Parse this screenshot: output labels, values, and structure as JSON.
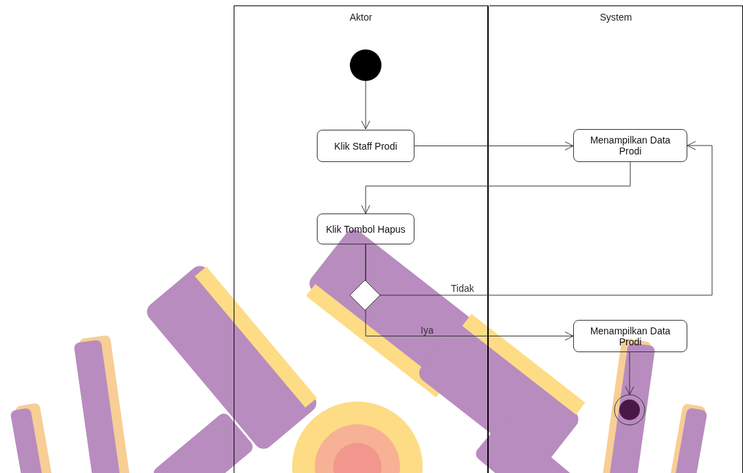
{
  "diagram": {
    "nodes": [
      {
        "text": [
          "Aktor"
        ]
      },
      {
        "text": [
          "System"
        ]
      },
      {
        "text": [
          "Klik Staff Prodi"
        ],
        "in": 0
      },
      {
        "text": [
          "Menampilkan Data Prodi"
        ],
        "in": 1
      },
      {
        "text": [
          "Klik Tombol Hapus"
        ],
        "in": 0
      },
      {
        "text": [
          "Menampilkan Data Prodi"
        ],
        "in": 1
      }
    ],
    "edges": [
      {
        "from": 2,
        "to": 3,
        "arrow": "to"
      },
      {
        "from": 3,
        "to": 4,
        "arrow": "to"
      },
      {
        "from": 4,
        "to": 3,
        "label": "Tidak",
        "arrow": "to"
      },
      {
        "from": 4,
        "to": 5,
        "label": "Iya",
        "arrow": "to"
      }
    ]
  }
}
